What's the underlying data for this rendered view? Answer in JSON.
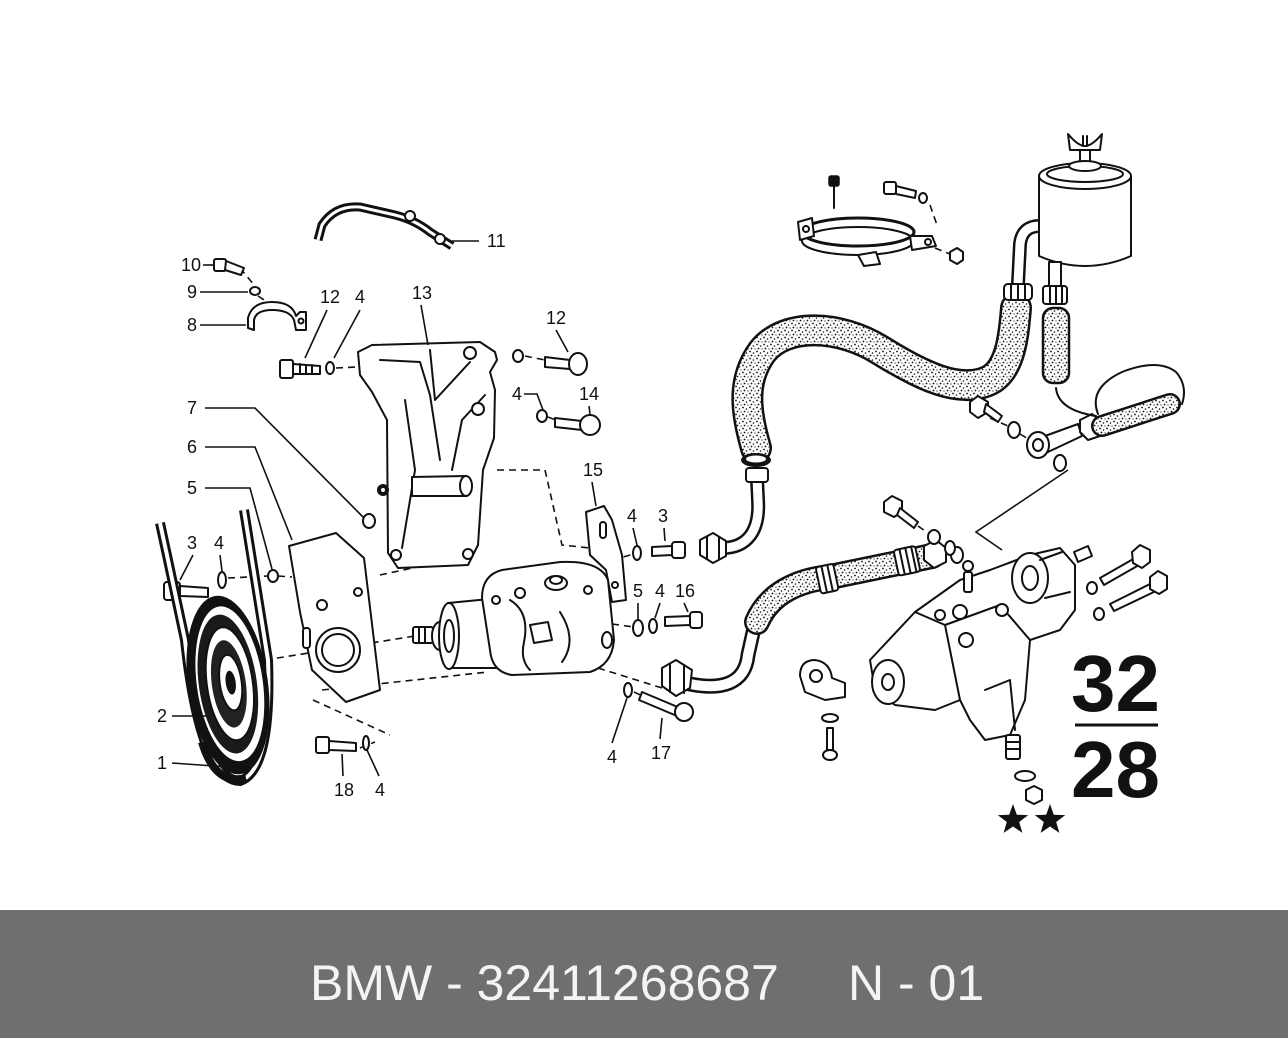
{
  "diagram": {
    "callouts": [
      "11",
      "10",
      "9",
      "8",
      "12",
      "4",
      "13",
      "12",
      "4",
      "14",
      "7",
      "6",
      "5",
      "15",
      "3",
      "4",
      "4",
      "3",
      "5",
      "4",
      "16",
      "2",
      "1",
      "18",
      "4",
      "4",
      "17"
    ],
    "group_number": "32",
    "subgroup_number": "28"
  },
  "footer": {
    "part_label": "BMW - 32411268687",
    "page_label": "N - 01",
    "background": "#6f6f6f",
    "text_color": "#f4f4f4"
  }
}
